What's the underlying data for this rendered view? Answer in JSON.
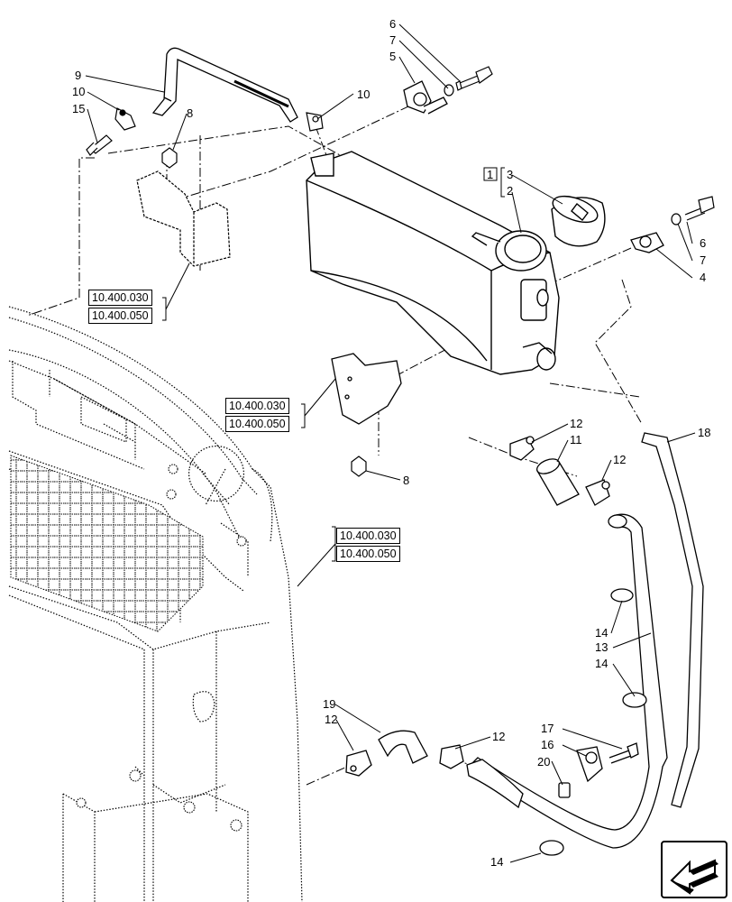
{
  "callouts": {
    "c1": "9",
    "c2": "10",
    "c3": "15",
    "c4": "8",
    "c5": "10",
    "c6": "6",
    "c7": "7",
    "c8": "5",
    "c9": "1",
    "c10": "3",
    "c11": "2",
    "c12": "6",
    "c13": "7",
    "c14": "4",
    "c15": "8",
    "c16": "12",
    "c17": "11",
    "c18": "12",
    "c19": "18",
    "c20": "14",
    "c21": "13",
    "c22": "14",
    "c23": "19",
    "c24": "12",
    "c25": "12",
    "c26": "17",
    "c27": "16",
    "c28": "20",
    "c29": "14"
  },
  "refs": {
    "r1a": "10.400.030",
    "r1b": "10.400.050",
    "r2a": "10.400.030",
    "r2b": "10.400.050",
    "r3a": "10.400.030",
    "r3b": "10.400.050"
  },
  "nav": {
    "icon": "back-arrow-icon"
  }
}
